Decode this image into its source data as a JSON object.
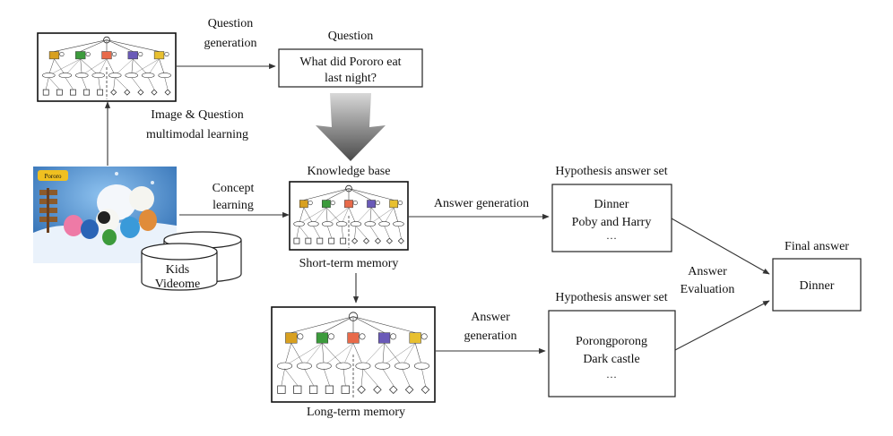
{
  "labels": {
    "question_generation": [
      "Question",
      "generation"
    ],
    "question_header": "Question",
    "question_text": [
      "What did Pororo eat",
      "last night?"
    ],
    "image_question": [
      "Image & Question",
      "multimodal learning"
    ],
    "knowledge_base": "Knowledge base",
    "concept_learning": [
      "Concept",
      "learning"
    ],
    "answer_generation_top": "Answer generation",
    "hypothesis_top": "Hypothesis answer set",
    "hyp_top_items": [
      "Dinner",
      "Poby and Harry",
      "…"
    ],
    "short_term": "Short-term memory",
    "kids_videome": [
      "Kids",
      "Videome"
    ],
    "answer_evaluation": [
      "Answer",
      "Evaluation"
    ],
    "final_answer": "Final answer",
    "final_value": "Dinner",
    "answer_generation_bottom": [
      "Answer",
      "generation"
    ],
    "hypothesis_bottom": "Hypothesis answer set",
    "hyp_bottom_items": [
      "Porongporong",
      "Dark castle",
      "…"
    ],
    "long_term": "Long-term memory",
    "poster_logo": "Pororo"
  },
  "colors": {
    "line": "#333333",
    "funnel_top": "#d0d0d0",
    "funnel_bottom": "#555555",
    "poster_bg": "#2c6fb8",
    "poster_snow": "#eaf2fb"
  },
  "icons": [
    "hypernetwork-graph-icon",
    "big-down-arrow-icon",
    "database-cylinder-icon",
    "pororo-poster-image"
  ]
}
